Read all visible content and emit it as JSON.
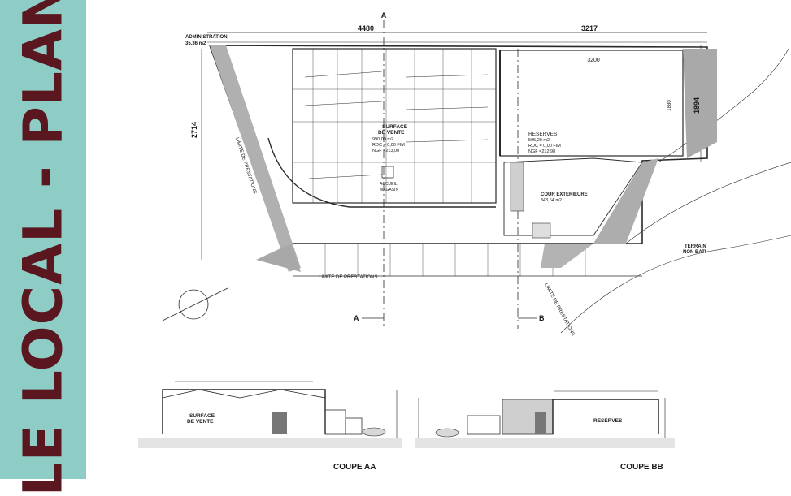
{
  "banner": {
    "title": "LE LOCAL - PLAN",
    "background": "#8ecdc6",
    "text_color": "#5a1720"
  },
  "plan": {
    "section_marks": {
      "a_top": "A",
      "a_bottom": "A",
      "b_bottom": "B"
    },
    "dimensions": {
      "total_width": "4480",
      "right_width": "3217",
      "right_inner": "3200",
      "left_height": "2714",
      "right_height": "1894",
      "inner_height": "1880"
    },
    "administration": {
      "label": "ADMINISTRATION",
      "area": "35,36 m2"
    },
    "sales_area": {
      "line1": "SURFACE",
      "line2": "DE VENTE",
      "area": "990,00 m2",
      "rdc": "RDC = 0,00 FIM",
      "ngf": "NGF =213,00"
    },
    "reception": {
      "line1": "ACCUEIL",
      "line2": "MAGASIN"
    },
    "reserves": {
      "label": "RESERVES",
      "area": "595,20 m2",
      "rdc": "RDC = 0,00 FIM",
      "ngf": "NGF =212,98"
    },
    "exterior_court": {
      "label": "COUR EXTERIEURE",
      "area": "343,64 m2"
    },
    "land": {
      "line1": "TERRAIN",
      "line2": "NON BATI"
    },
    "boundary_labels": {
      "left": "LIMITE DE PRESTATIONS",
      "bottom": "LIMITE DE PRESTATIONS",
      "right": "LIMITE DE PRESTATIONS"
    }
  },
  "sections": {
    "aa": {
      "title": "COUPE AA",
      "room": "SURFACE",
      "room2": "DE VENTE"
    },
    "bb": {
      "title": "COUPE BB",
      "room": "RESERVES"
    }
  }
}
